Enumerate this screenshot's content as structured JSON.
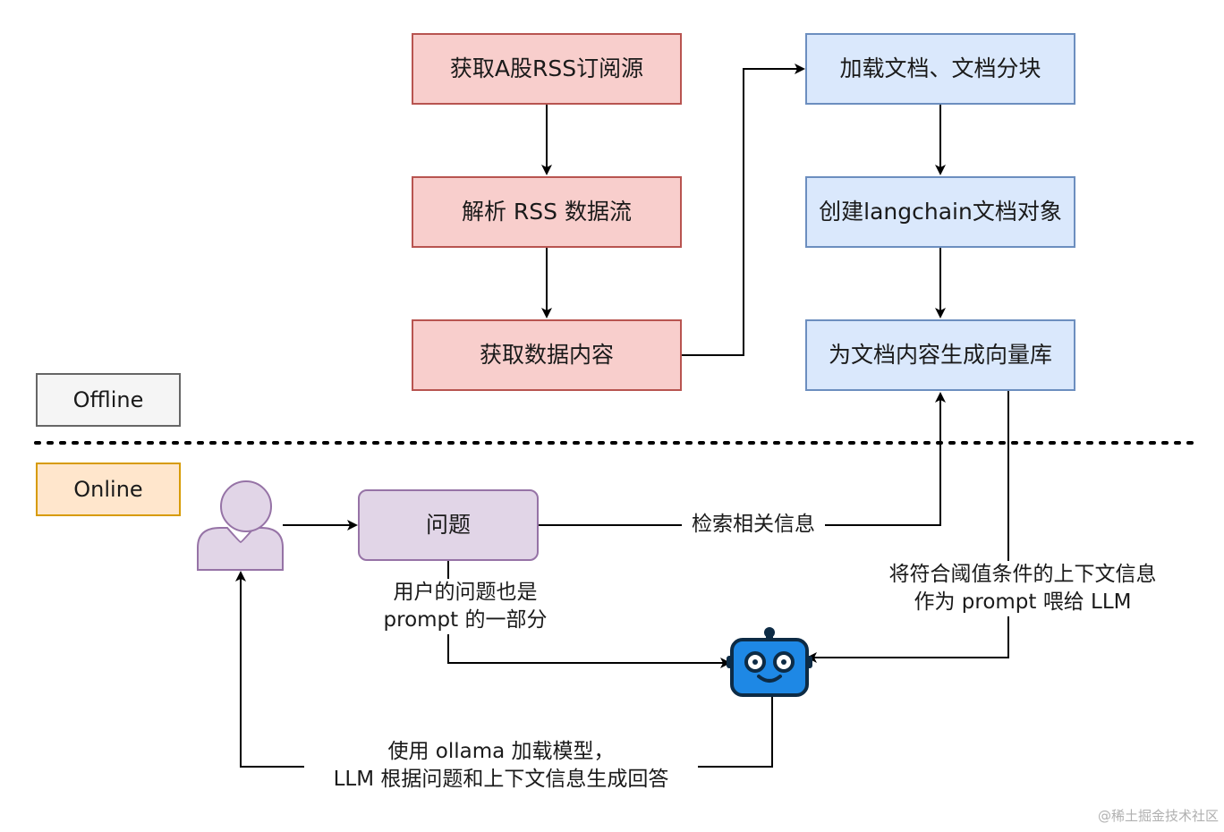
{
  "offline": {
    "badge": "Offline",
    "steps": [
      "获取A股RSS订阅源",
      "解析 RSS 数据流",
      "获取数据内容"
    ],
    "doc_steps": [
      "加载文档、文档分块",
      "创建langchain文档对象",
      "为文档内容生成向量库"
    ]
  },
  "online": {
    "badge": "Online",
    "question": "问题",
    "retrieve_label": "检索相关信息",
    "question_note": [
      "用户的问题也是",
      "prompt 的一部分"
    ],
    "context_note": [
      "将符合阈值条件的上下文信息",
      "作为 prompt 喂给 LLM"
    ],
    "answer_note": [
      "使用 ollama 加载模型，",
      "LLM 根据问题和上下文信息生成回答"
    ]
  },
  "watermark": "@稀土掘金技术社区",
  "colors": {
    "red_fill": "#f8cecc",
    "red_stroke": "#b85450",
    "blue_fill": "#dae8fc",
    "blue_stroke": "#6c8ebf",
    "purple_fill": "#e1d5e7",
    "purple_stroke": "#9673a6",
    "orange_fill": "#ffe6cc",
    "orange_stroke": "#d79b00",
    "robot_blue": "#1e88e5"
  },
  "icons": [
    "user-icon",
    "robot-icon"
  ]
}
